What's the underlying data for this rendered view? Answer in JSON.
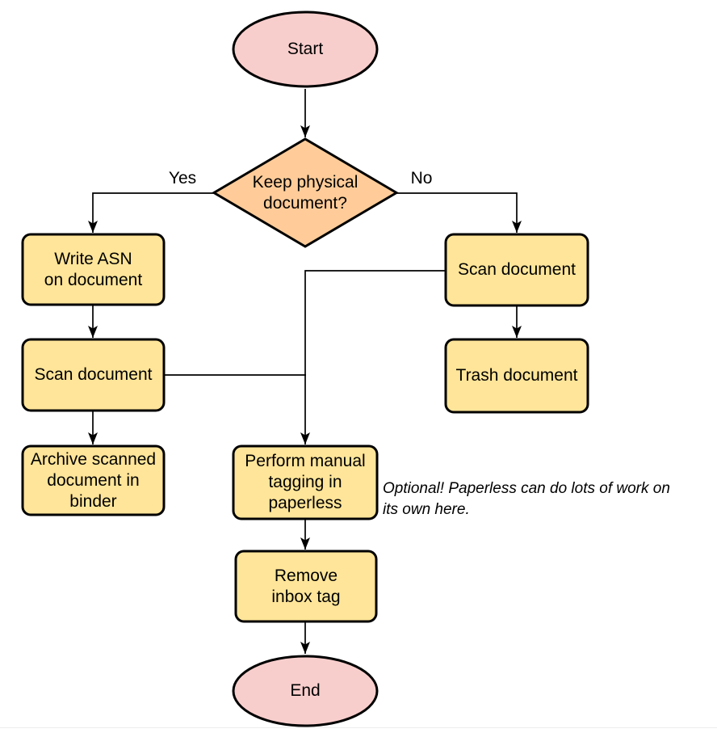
{
  "colors": {
    "terminal_fill": "#F8CECC",
    "decision_fill": "#FFCC99",
    "process_fill": "#FFE599",
    "stroke": "#000000"
  },
  "nodes": {
    "start": {
      "label": "Start"
    },
    "decision": {
      "label": "Keep physical\ndocument?"
    },
    "write_asn": {
      "label": "Write ASN\non document"
    },
    "scan_left": {
      "label": "Scan document"
    },
    "archive": {
      "label": "Archive scanned\ndocument in\nbinder"
    },
    "scan_right": {
      "label": "Scan document"
    },
    "trash": {
      "label": "Trash document"
    },
    "tagging": {
      "label": "Perform manual\ntagging in\npaperless"
    },
    "remove_inbox": {
      "label": "Remove\ninbox tag"
    },
    "end": {
      "label": "End"
    }
  },
  "edge_labels": {
    "yes": "Yes",
    "no": "No"
  },
  "note": {
    "text": "Optional! Paperless can do lots of work on\nits own here."
  }
}
